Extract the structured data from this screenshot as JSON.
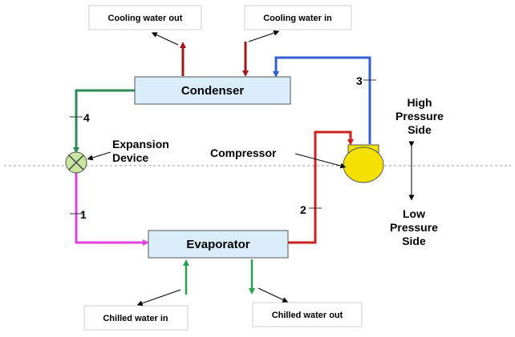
{
  "diagram": {
    "components": {
      "condenser": "Condenser",
      "evaporator": "Evaporator",
      "compressor": "Compressor",
      "expansion_device": [
        "Expansion",
        "Device"
      ]
    },
    "tags": {
      "cooling_water_out": "Cooling water out",
      "cooling_water_in": "Cooling water in",
      "chilled_water_in": "Chilled water in",
      "chilled_water_out": "Chilled water out"
    },
    "sides": {
      "high": [
        "High",
        "Pressure",
        "Side"
      ],
      "low": [
        "Low",
        "Pressure",
        "Side"
      ]
    },
    "state_points": [
      "1",
      "2",
      "3",
      "4"
    ],
    "colors": {
      "box_fill": "#d9eefa",
      "line_4": "#2e8b57",
      "line_1": "#e040e0",
      "line_2": "#cc1f1f",
      "line_3": "#2f5fd0",
      "cooling_water": "#a01818",
      "chilled_water": "#2aa050",
      "compressor_fill": "#f5e100"
    }
  }
}
